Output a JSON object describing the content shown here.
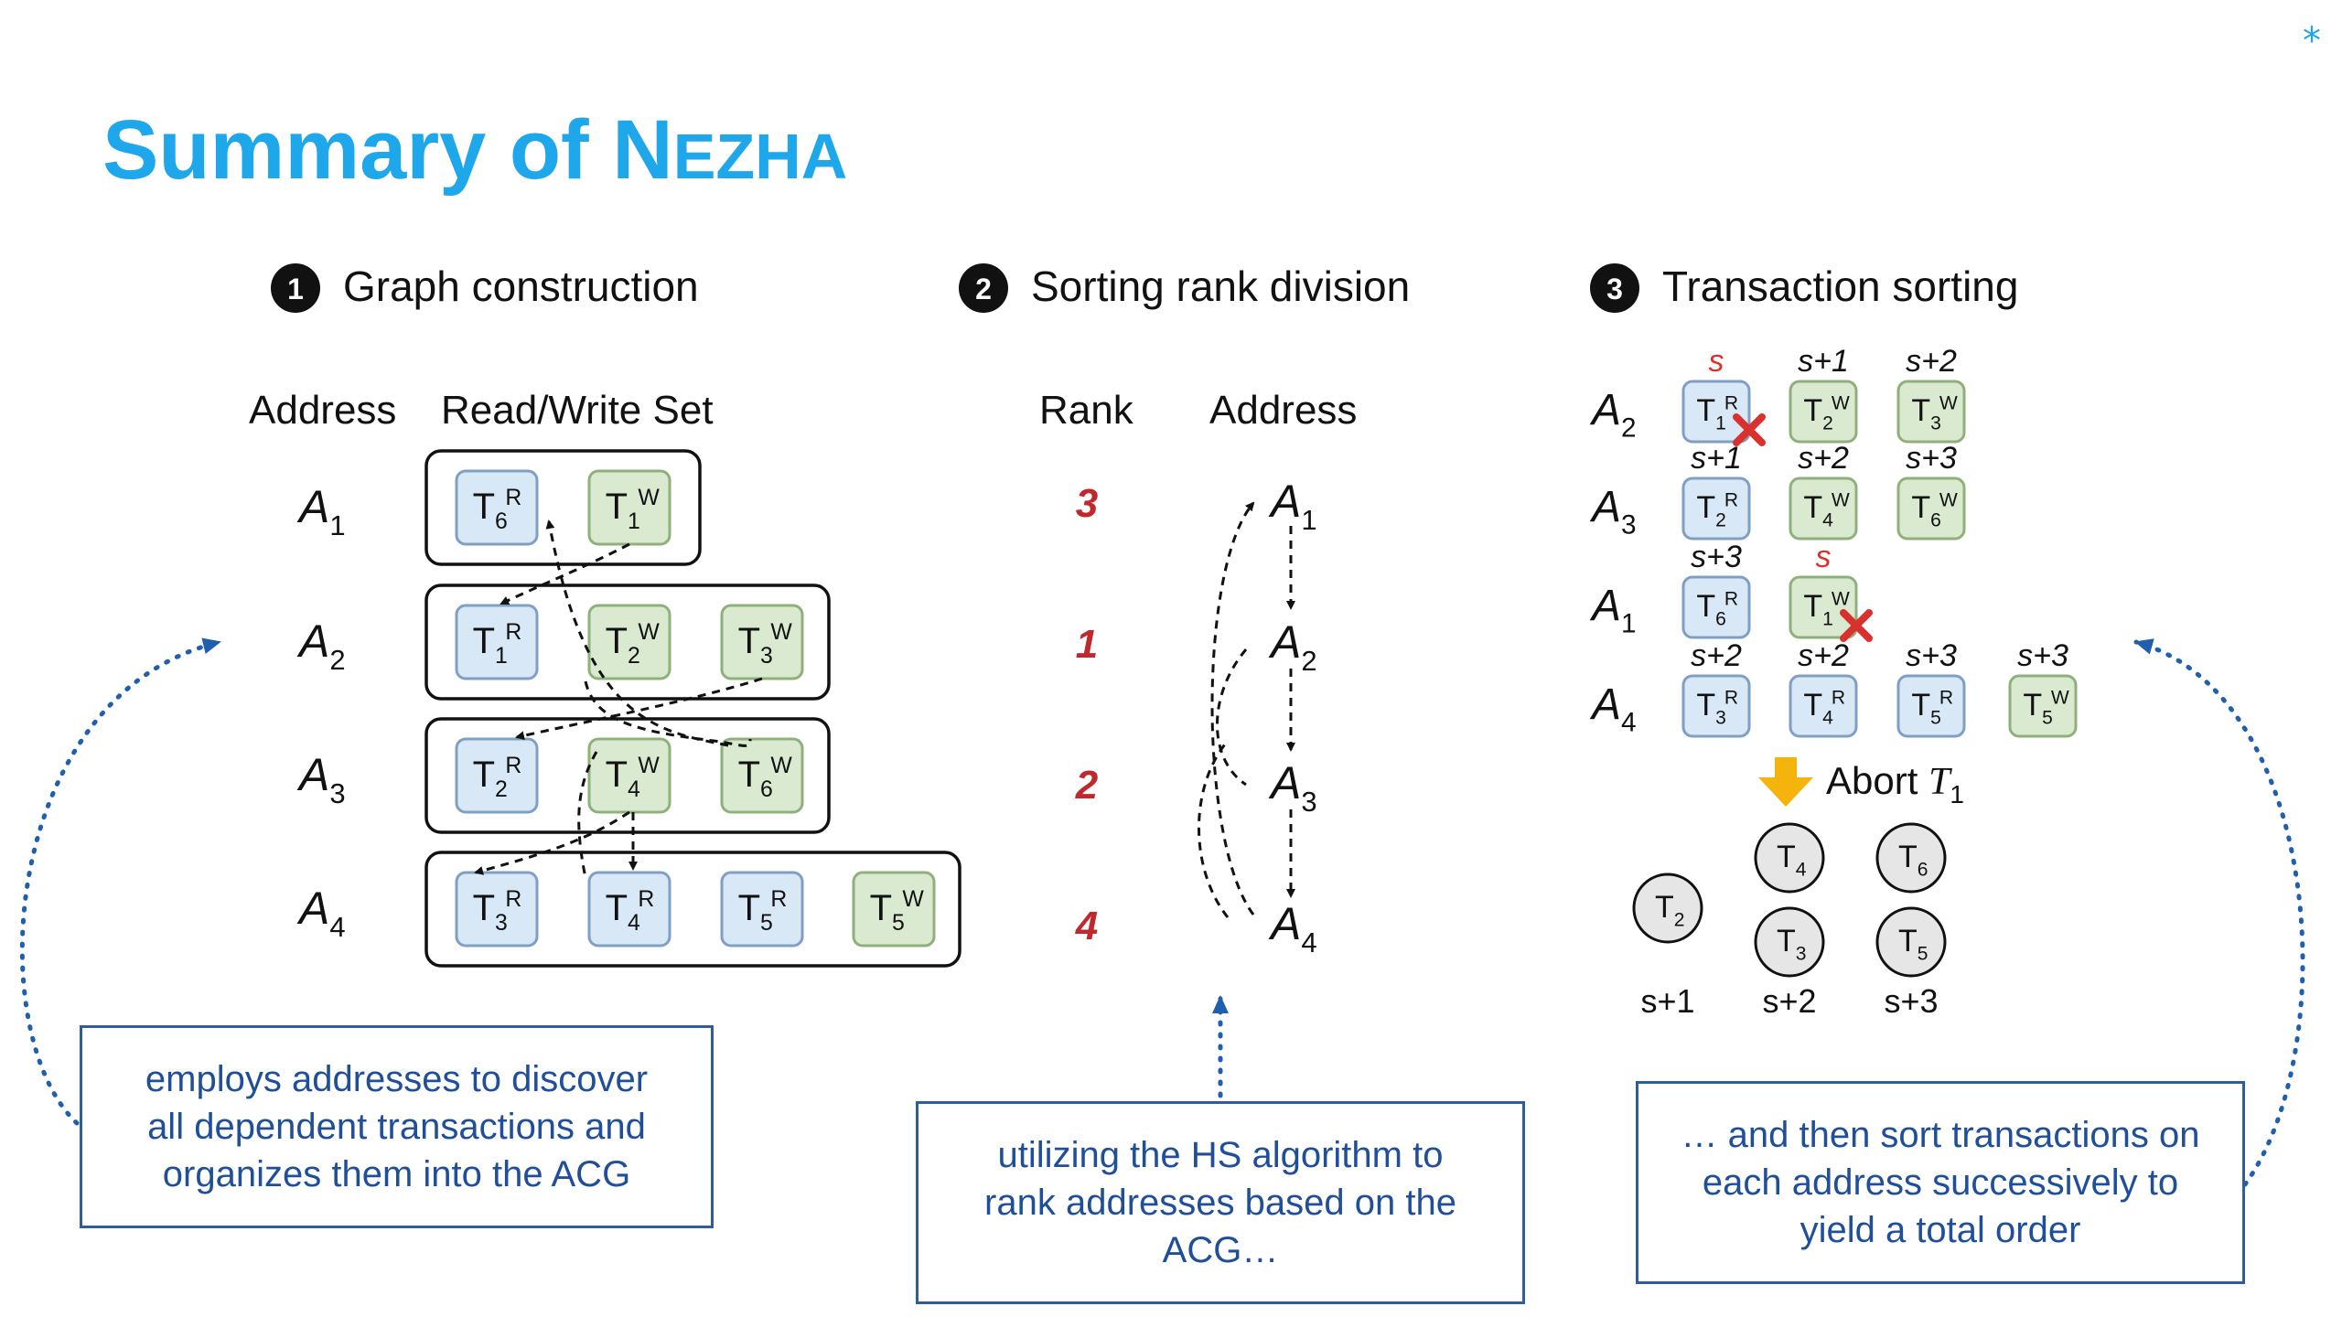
{
  "slide": {
    "title_main": "Summary of N",
    "title_smallcaps": "EZHA",
    "corner_mark": "*",
    "accent_color": "#1ea7ea"
  },
  "sections": [
    {
      "number": "1",
      "title": "Graph construction"
    },
    {
      "number": "2",
      "title": "Sorting rank division"
    },
    {
      "number": "3",
      "title": "Transaction sorting"
    }
  ],
  "graph": {
    "col_address": "Address",
    "col_rwset": "Read/Write Set",
    "rows": [
      {
        "address": "A",
        "sub": "1",
        "tx": [
          {
            "t": "T",
            "n": "6",
            "op": "R"
          },
          {
            "t": "T",
            "n": "1",
            "op": "W"
          }
        ]
      },
      {
        "address": "A",
        "sub": "2",
        "tx": [
          {
            "t": "T",
            "n": "1",
            "op": "R"
          },
          {
            "t": "T",
            "n": "2",
            "op": "W"
          },
          {
            "t": "T",
            "n": "3",
            "op": "W"
          }
        ]
      },
      {
        "address": "A",
        "sub": "3",
        "tx": [
          {
            "t": "T",
            "n": "2",
            "op": "R"
          },
          {
            "t": "T",
            "n": "4",
            "op": "W"
          },
          {
            "t": "T",
            "n": "6",
            "op": "W"
          }
        ]
      },
      {
        "address": "A",
        "sub": "4",
        "tx": [
          {
            "t": "T",
            "n": "3",
            "op": "R"
          },
          {
            "t": "T",
            "n": "4",
            "op": "R"
          },
          {
            "t": "T",
            "n": "5",
            "op": "R"
          },
          {
            "t": "T",
            "n": "5",
            "op": "W"
          }
        ]
      }
    ]
  },
  "ranking": {
    "col_rank": "Rank",
    "col_address": "Address",
    "rows": [
      {
        "rank": "3",
        "address": "A",
        "sub": "1"
      },
      {
        "rank": "1",
        "address": "A",
        "sub": "2"
      },
      {
        "rank": "2",
        "address": "A",
        "sub": "3"
      },
      {
        "rank": "4",
        "address": "A",
        "sub": "4"
      }
    ]
  },
  "sorting": {
    "rows": [
      {
        "address": "A",
        "sub": "2",
        "cells": [
          {
            "label": "s",
            "label_red": true,
            "t": "T",
            "n": "1",
            "op": "R",
            "abort": true
          },
          {
            "label": "s+1",
            "t": "T",
            "n": "2",
            "op": "W"
          },
          {
            "label": "s+2",
            "t": "T",
            "n": "3",
            "op": "W"
          }
        ]
      },
      {
        "address": "A",
        "sub": "3",
        "cells": [
          {
            "label": "s+1",
            "t": "T",
            "n": "2",
            "op": "R"
          },
          {
            "label": "s+2",
            "t": "T",
            "n": "4",
            "op": "W"
          },
          {
            "label": "s+3",
            "t": "T",
            "n": "6",
            "op": "W"
          }
        ]
      },
      {
        "address": "A",
        "sub": "1",
        "cells": [
          {
            "label": "s+3",
            "t": "T",
            "n": "6",
            "op": "R"
          },
          {
            "label": "s",
            "label_red": true,
            "t": "T",
            "n": "1",
            "op": "W",
            "abort": true
          }
        ]
      },
      {
        "address": "A",
        "sub": "4",
        "cells": [
          {
            "label": "s+2",
            "t": "T",
            "n": "3",
            "op": "R"
          },
          {
            "label": "s+2",
            "t": "T",
            "n": "4",
            "op": "R"
          },
          {
            "label": "s+3",
            "t": "T",
            "n": "5",
            "op": "R"
          },
          {
            "label": "s+3",
            "t": "T",
            "n": "5",
            "op": "W"
          }
        ]
      }
    ],
    "abort_text": "Abort ",
    "abort_t": "T",
    "abort_sub": "1",
    "order": [
      {
        "slot": "s+1",
        "tx": [
          {
            "t": "T",
            "n": "2"
          }
        ]
      },
      {
        "slot": "s+2",
        "tx": [
          {
            "t": "T",
            "n": "4"
          },
          {
            "t": "T",
            "n": "3"
          }
        ]
      },
      {
        "slot": "s+3",
        "tx": [
          {
            "t": "T",
            "n": "6"
          },
          {
            "t": "T",
            "n": "5"
          }
        ]
      }
    ]
  },
  "callouts": [
    {
      "text": "employs addresses to discover\nall dependent transactions and\norganizes them into the ACG"
    },
    {
      "text": "utilizing the HS algorithm to\nrank addresses based on the\nACG…"
    },
    {
      "text": "… and then sort transactions on\neach address successively to\nyield a total order"
    }
  ],
  "colors": {
    "read_fill": "#d9e8f7",
    "read_stroke": "#7f9fc4",
    "write_fill": "#d9ead0",
    "write_stroke": "#8fb07a",
    "rank_red": "#c0282d",
    "abort_red": "#d9322e",
    "callout_text": "#1f4f9a",
    "callout_border": "#2f5d9a",
    "arrow_yellow": "#f5b40c",
    "dotted_blue": "#1f5fae"
  }
}
